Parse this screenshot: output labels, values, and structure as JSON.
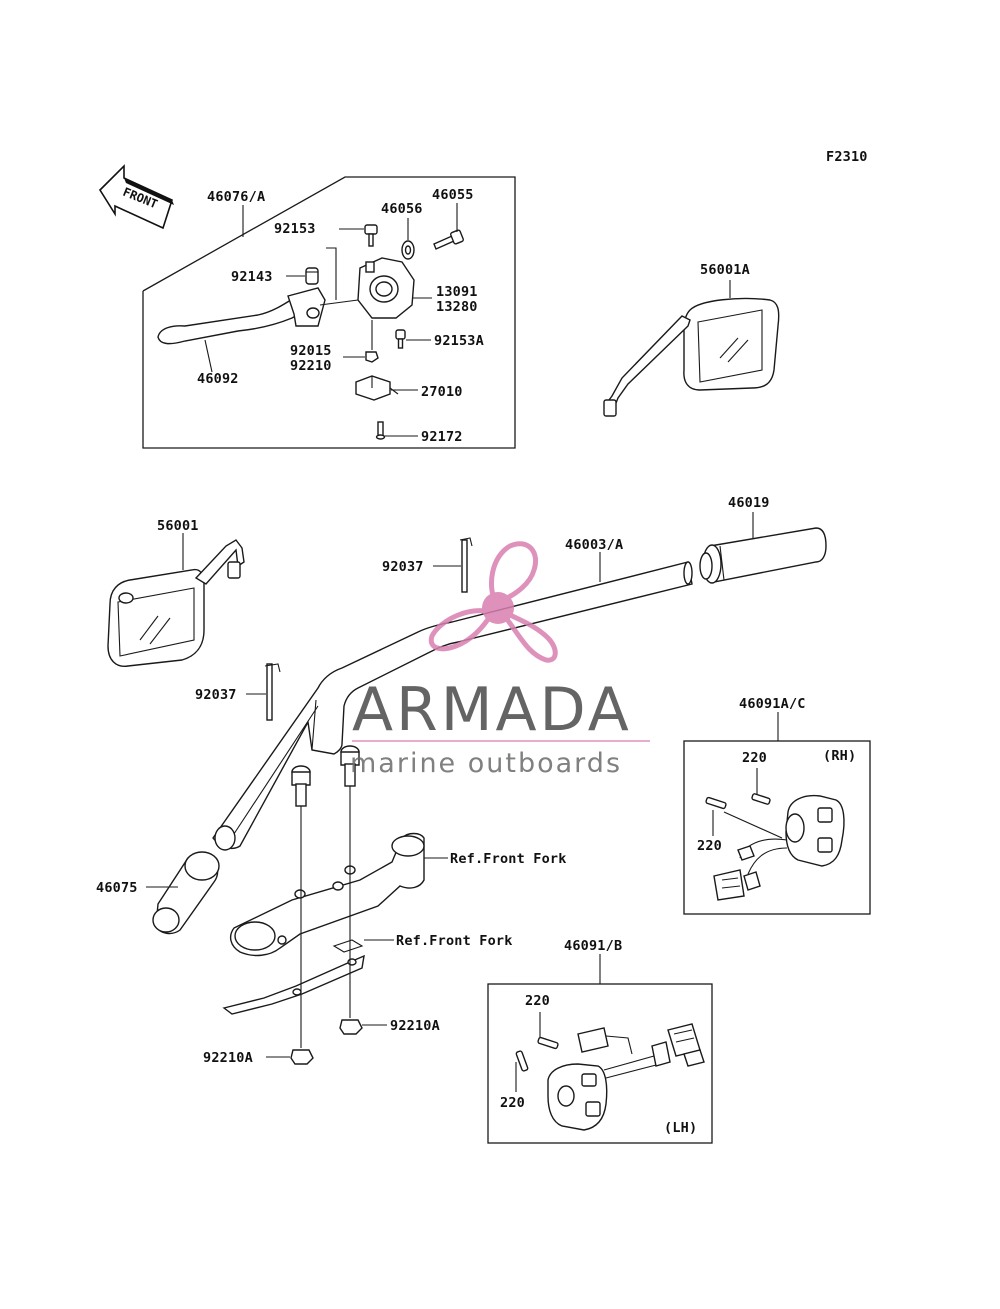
{
  "figure_code": "F2310",
  "front_arrow_text": "FRONT",
  "labels": {
    "l46076": "46076/A",
    "l46055": "46055",
    "l46056": "46056",
    "l92153": "92153",
    "l92143": "92143",
    "l13091": "13091",
    "l13280": "13280",
    "l92153A": "92153A",
    "l92015": "92015",
    "l92210": "92210",
    "l46092": "46092",
    "l27010": "27010",
    "l92172": "92172",
    "l56001A": "56001A",
    "l46019": "46019",
    "l56001": "56001",
    "l92037a": "92037",
    "l46003": "46003/A",
    "l92037b": "92037",
    "l46091AC": "46091A/C",
    "l220a": "220",
    "rh": "(RH)",
    "l220b": "220",
    "refFork1": "Ref.Front Fork",
    "l46075": "46075",
    "refFork2": "Ref.Front Fork",
    "l46091B": "46091/B",
    "l220c": "220",
    "l92210A1": "92210A",
    "l92210A2": "92210A",
    "l220d": "220",
    "lh": "(LH)"
  },
  "watermark": {
    "title": "ARMADA",
    "subtitle": "marine outboards",
    "color": "#d980b0"
  }
}
